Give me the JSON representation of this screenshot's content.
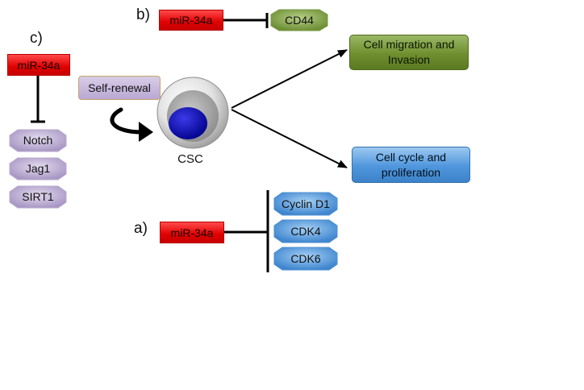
{
  "labels": {
    "a": "a)",
    "b": "b)",
    "c": "c)"
  },
  "mirna": {
    "a": "miR-34a",
    "b": "miR-34a",
    "c": "miR-34a"
  },
  "targets": {
    "b": [
      "CD44"
    ],
    "c": [
      "Notch",
      "Jag1",
      "SIRT1"
    ],
    "a": [
      "Cyclin D1",
      "CDK4",
      "CDK6"
    ]
  },
  "self_renewal": "Self-renewal",
  "cell_label": "CSC",
  "outcomes": {
    "migration": "Cell migration and Invasion",
    "cell_cycle": "Cell cycle and proliferation"
  },
  "colors": {
    "mirna_red": "#e00000",
    "target_purple": "#b6a6cf",
    "target_green": "#7d9c45",
    "target_blue": "#5a9fe0",
    "outcome_green": "#6f8f2f",
    "outcome_blue": "#4f96dc"
  }
}
